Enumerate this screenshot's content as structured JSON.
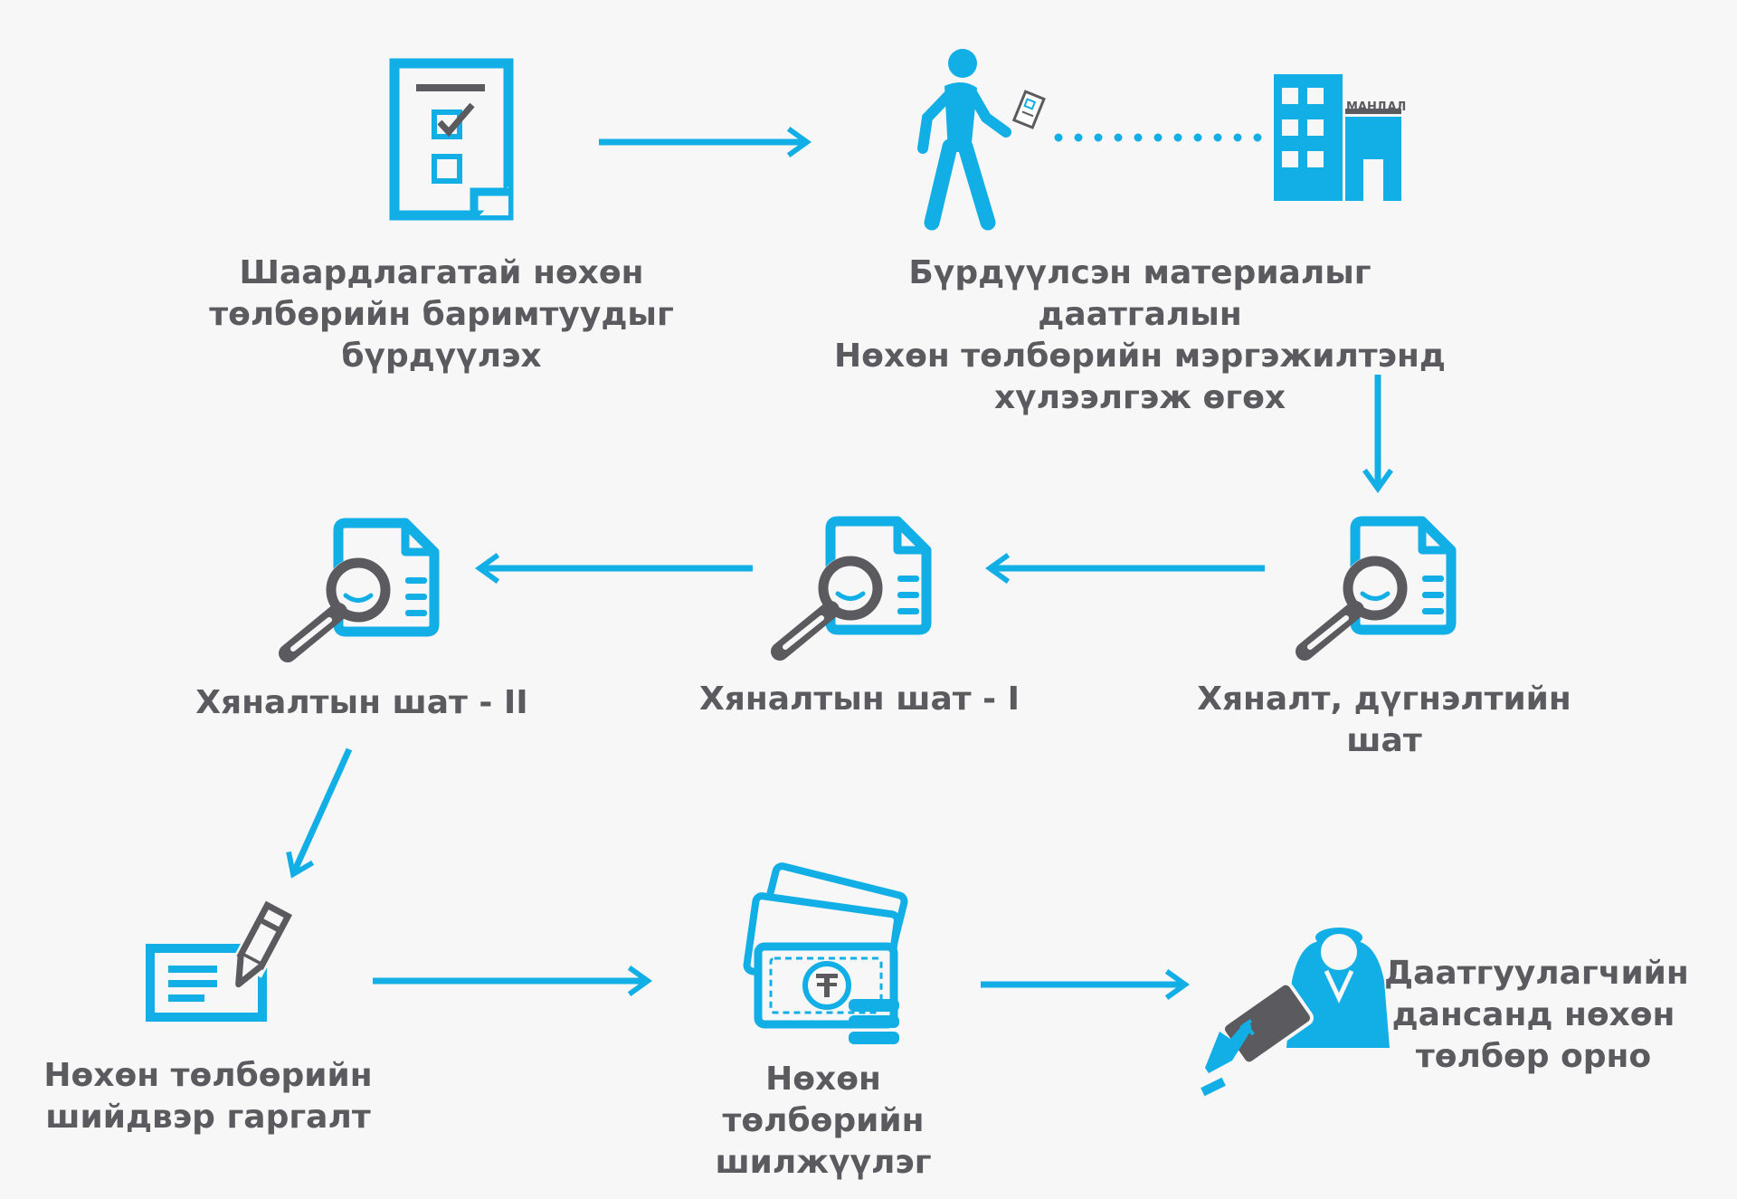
{
  "colors": {
    "accent": "#12aee6",
    "dark": "#5b5b5f",
    "text": "#5b5b5f",
    "background": "#f7f7f7"
  },
  "building": {
    "sign": "МАНДАЛ"
  },
  "steps": [
    {
      "id": "collect",
      "icon": "checklist-document-icon",
      "label": "Шаардлагатай нөхөн\nтөлбөрийн баримтуудыг\nбүрдүүлэх"
    },
    {
      "id": "submit",
      "icon": "person-walking-to-office-icon",
      "label": "Бүрдүүлсэн материалыг даатгалын\nНөхөн төлбөрийн мэргэжилтэнд\nхүлээлгэж өгөх"
    },
    {
      "id": "review",
      "icon": "document-magnifier-icon",
      "label": "Хяналт, дүгнэлтийн\nшат"
    },
    {
      "id": "control1",
      "icon": "document-magnifier-icon",
      "label": "Хяналтын шат - I"
    },
    {
      "id": "control2",
      "icon": "document-magnifier-icon",
      "label": "Хяналтын шат - II"
    },
    {
      "id": "decision",
      "icon": "signing-pen-icon",
      "label": "Нөхөн төлбөрийн\nшийдвэр гаргалт"
    },
    {
      "id": "transfer",
      "icon": "money-stack-icon",
      "label": "Нөхөн төлбөрийн\nшилжүүлэг"
    },
    {
      "id": "account",
      "icon": "customer-card-icon",
      "label": "Даатгуулагчийн\nдансанд нөхөн\nтөлбөр орно"
    }
  ]
}
